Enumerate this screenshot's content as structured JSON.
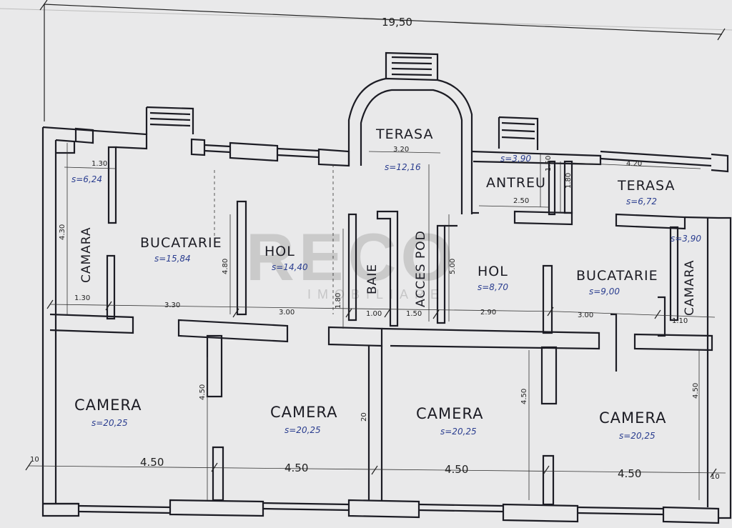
{
  "overall_dimension": "19,50",
  "watermark": {
    "main": "RECO",
    "sub": "IMOBILIARE"
  },
  "rooms": {
    "terasa_top": {
      "name": "TERASA",
      "area": "s=12,16",
      "dim": "3.20"
    },
    "terasa_right": {
      "name": "TERASA",
      "area": "s=6,72",
      "dim": "4.20"
    },
    "antreu": {
      "name": "ANTREU",
      "area": "s=3,90",
      "dim": "2.50"
    },
    "camara_left": {
      "name": "CAMARA",
      "area": "s=6,24"
    },
    "camara_right": {
      "name": "CAMARA",
      "area": "s=3,90"
    },
    "bucatarie_left": {
      "name": "BUCATARIE",
      "area": "s=15,84"
    },
    "bucatarie_right": {
      "name": "BUCATARIE",
      "area": "s=9,00"
    },
    "hol_left": {
      "name": "HOL",
      "area": "s=14,40"
    },
    "hol_right": {
      "name": "HOL",
      "area": "s=8,70"
    },
    "baie": {
      "name": "BAIE"
    },
    "acces_pod": {
      "name": "ACCES POD"
    },
    "camera_1": {
      "name": "CAMERA",
      "area": "s=20,25"
    },
    "camera_2": {
      "name": "CAMERA",
      "area": "s=20,25"
    },
    "camera_3": {
      "name": "CAMERA",
      "area": "s=20,25"
    },
    "camera_4": {
      "name": "CAMERA",
      "area": "s=20,25"
    }
  },
  "dimensions": {
    "d_130_top": "1.30",
    "d_130_bottom": "1.30",
    "d_330": "3.30",
    "d_300_left": "3.00",
    "d_100": "1.00",
    "d_150": "1.50",
    "d_290": "2.90",
    "d_300_right": "3.00",
    "d_110": "1.10",
    "d_450_1": "4.50",
    "d_450_2": "4.50",
    "d_450_3": "4.50",
    "d_450_4": "4.50",
    "d_430": "4.30",
    "d_480": "4.80",
    "d_180": "1.80",
    "d_500": "5.00",
    "d_150_v": "1.50",
    "d_180_v": "1.80",
    "d_450_v_left": "4.50",
    "d_450_v_mid": "4.50",
    "d_450_v_right": "4.50",
    "d_10_left": "10",
    "d_10_right": "10",
    "d_20": "20"
  }
}
